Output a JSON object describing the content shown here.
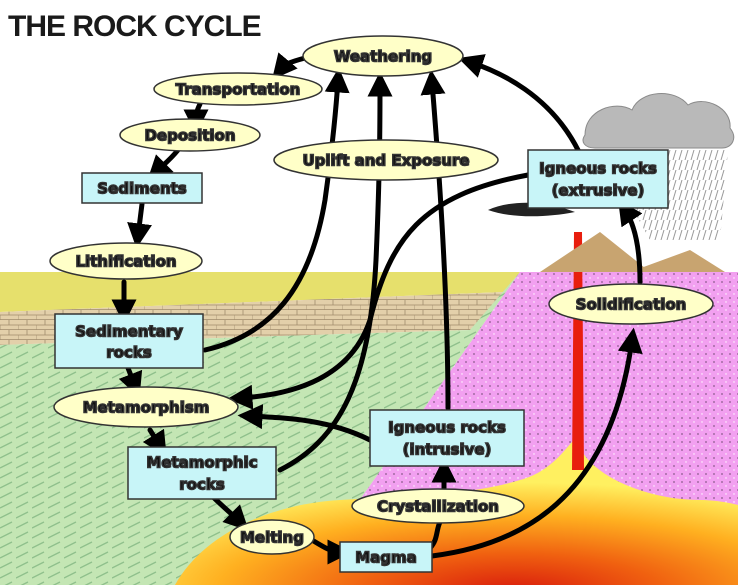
{
  "title": "THE ROCK CYCLE",
  "processes": {
    "weathering": "Weathering",
    "transportation": "Transportation",
    "deposition": "Deposition",
    "uplift": "Uplift and Exposure",
    "lithification": "Lithification",
    "metamorphism": "Metamorphism",
    "solidification": "Solidification",
    "crystallization": "Crystallization",
    "melting": "Melting"
  },
  "materials": {
    "sediments": "Sediments",
    "sedimentary_1": "Sedimentary",
    "sedimentary_2": "rocks",
    "metamorphic_1": "Metamorphic",
    "metamorphic_2": "rocks",
    "igneous_ext_1": "Igneous rocks",
    "igneous_ext_2": "(extrusive)",
    "igneous_int_1": "Igneous rocks",
    "igneous_int_2": "(intrusive)",
    "magma": "Magma"
  },
  "colors": {
    "oval_fill": "#ffffc8",
    "box_fill": "#c8f5f8",
    "arrow": "#000000",
    "lava": "#e81e0e",
    "metamorphic_zone": "#c4e6b4",
    "igneous_zone": "#f2a0f0",
    "sand_layer": "#e6e06c",
    "brick_layer": "#e3d0aa",
    "mountain": "#c8a470",
    "cloud": "#b9b9b9"
  }
}
